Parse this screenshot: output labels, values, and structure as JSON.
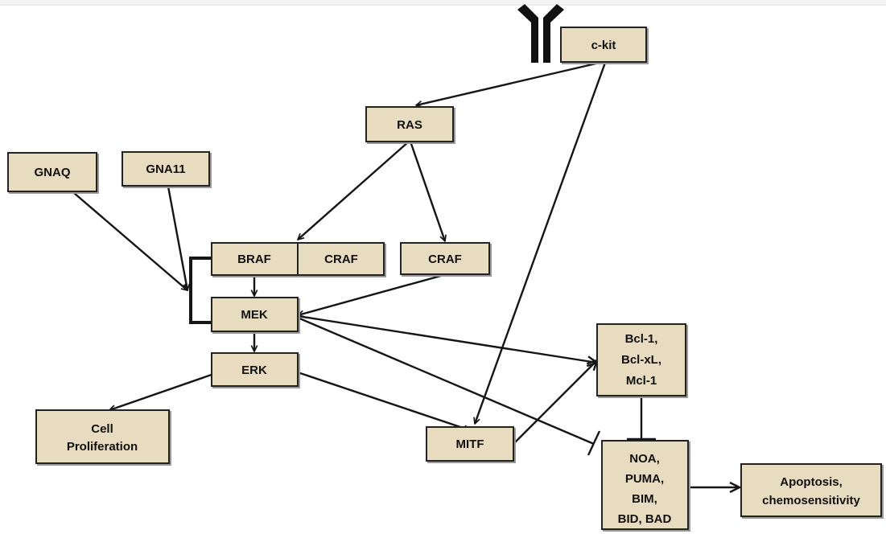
{
  "nodes": {
    "ckit": "c-kit",
    "ras": "RAS",
    "gnaq": "GNAQ",
    "gna11": "GNA11",
    "braf": "BRAF",
    "craf_pair": "CRAF",
    "craf": "CRAF",
    "mek": "MEK",
    "erk": "ERK",
    "cell_prolif": [
      "Cell",
      "Proliferation"
    ],
    "bcl": [
      "Bcl-1,",
      "Bcl-xL,",
      "Mcl-1"
    ],
    "mitf": "MITF",
    "noa": [
      "NOA,",
      "PUMA,",
      "BIM,",
      "BID, BAD"
    ],
    "apoptosis": [
      "Apoptosis,",
      "chemosensitivity"
    ]
  },
  "icons": {
    "receptor": "antibody-receptor-icon"
  },
  "colors": {
    "node_fill": "#e8dcc0",
    "stroke": "#151515"
  }
}
